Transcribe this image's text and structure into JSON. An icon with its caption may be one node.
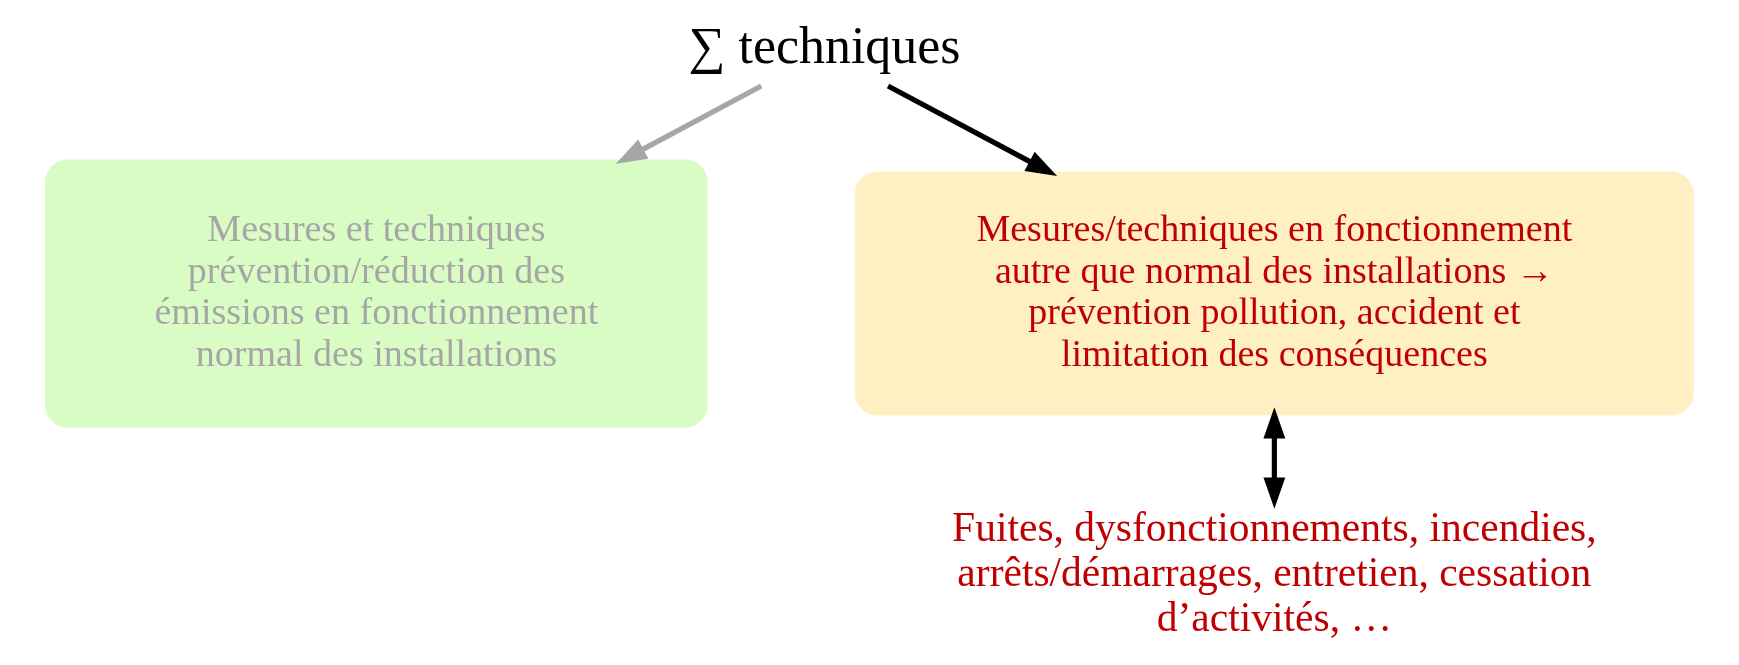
{
  "diagram": {
    "nodes": [
      {
        "text": [
          "∑ techniques"
        ]
      },
      {
        "text": [
          "Mesures et techniques prévention/réduction des émissions en fonctionnement normal des installations"
        ]
      },
      {
        "text": [
          "Mesures/techniques en fonctionnement autre que normal des installations → prévention pollution, accident et limitation des conséquences"
        ]
      },
      {
        "text": [
          "Fuites, dysfonctionnements, incendies, arrêts/démarrages, entretien, cessation d’activités, …"
        ]
      }
    ],
    "edges": [
      {
        "from": 0,
        "to": 1,
        "arrow": "to",
        "color": "#a6a6a6"
      },
      {
        "from": 0,
        "to": 2,
        "arrow": "to"
      },
      {
        "from": 2,
        "to": 3,
        "arrow": "both"
      }
    ]
  }
}
